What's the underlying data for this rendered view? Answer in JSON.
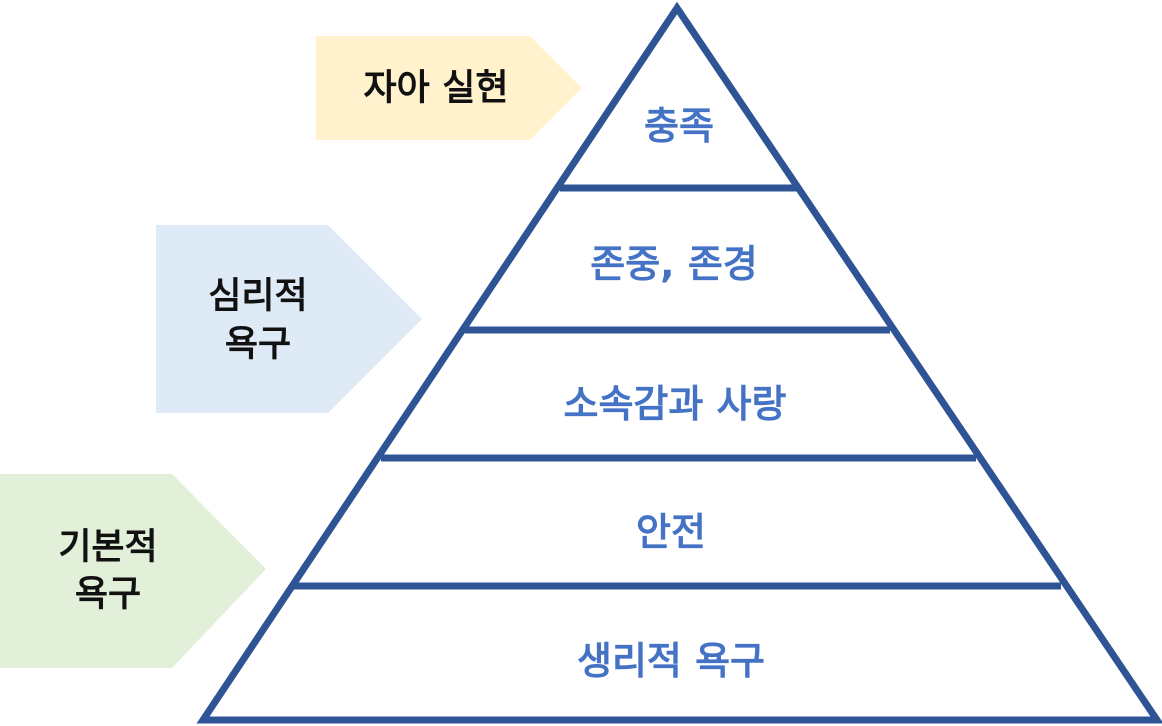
{
  "colors": {
    "outline": "#2f5496",
    "level_text": "#4472c4",
    "tag_text": "#111111",
    "tag_top": "#fff2cc",
    "tag_middle": "#deebf7",
    "tag_bottom": "#e2f0d9"
  },
  "pyramid": {
    "levels": [
      {
        "label": "충족"
      },
      {
        "label": "존중, 존경"
      },
      {
        "label": "소속감과 사랑"
      },
      {
        "label": "안전"
      },
      {
        "label": "생리적 욕구"
      }
    ]
  },
  "tags": {
    "top": {
      "lines": [
        "자아 실현"
      ]
    },
    "middle": {
      "lines": [
        "심리적",
        "욕구"
      ]
    },
    "bottom": {
      "lines": [
        "기본적",
        "욕구"
      ]
    }
  }
}
